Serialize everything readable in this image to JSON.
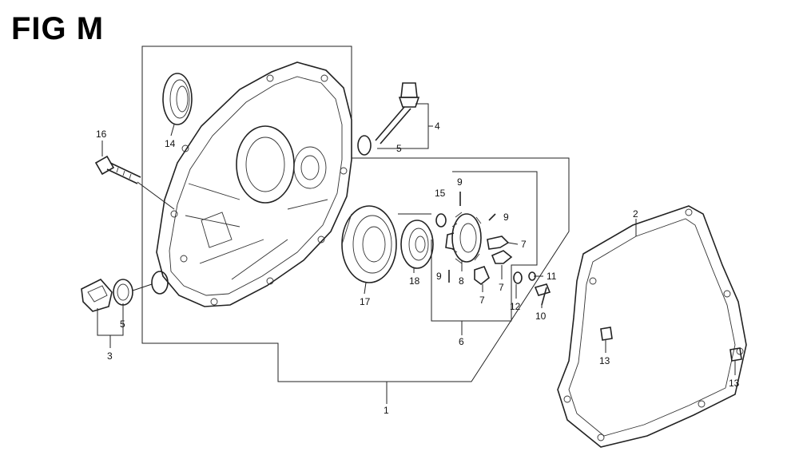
{
  "figure": {
    "title": "FIG M"
  },
  "callouts": [
    {
      "id": "c1",
      "text": "1"
    },
    {
      "id": "c2",
      "text": "2"
    },
    {
      "id": "c3",
      "text": "3"
    },
    {
      "id": "c4",
      "text": "4"
    },
    {
      "id": "c5a",
      "text": "5"
    },
    {
      "id": "c5b",
      "text": "5"
    },
    {
      "id": "c6",
      "text": "6"
    },
    {
      "id": "c7a",
      "text": "7"
    },
    {
      "id": "c7b",
      "text": "7"
    },
    {
      "id": "c7c",
      "text": "7"
    },
    {
      "id": "c8",
      "text": "8"
    },
    {
      "id": "c9a",
      "text": "9"
    },
    {
      "id": "c9b",
      "text": "9"
    },
    {
      "id": "c9c",
      "text": "9"
    },
    {
      "id": "c10",
      "text": "10"
    },
    {
      "id": "c11",
      "text": "11"
    },
    {
      "id": "c12",
      "text": "12"
    },
    {
      "id": "c13a",
      "text": "13"
    },
    {
      "id": "c13b",
      "text": "13"
    },
    {
      "id": "c14",
      "text": "14"
    },
    {
      "id": "c15",
      "text": "15"
    },
    {
      "id": "c16",
      "text": "16"
    },
    {
      "id": "c17",
      "text": "17"
    },
    {
      "id": "c18",
      "text": "18"
    }
  ]
}
